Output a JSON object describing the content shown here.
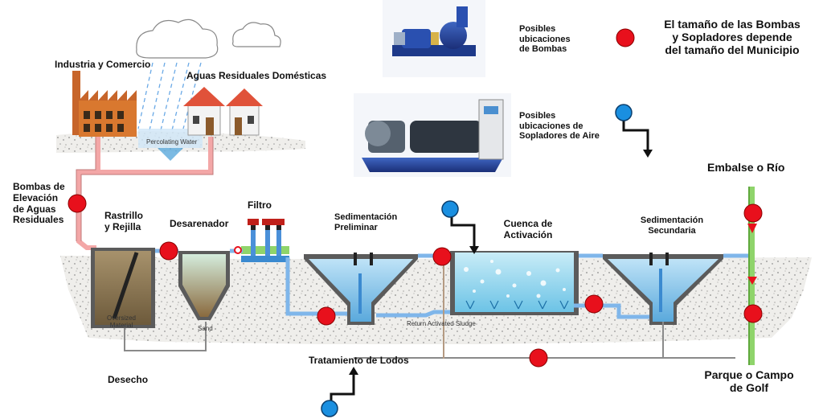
{
  "labels": {
    "industry": "Industria y Comercio",
    "domestic": "Aguas Residuales Domésticas",
    "lift_pumps": [
      "Bombas de",
      "Elevación",
      "de Aguas",
      "Residuales"
    ],
    "screen": [
      "Rastrillo",
      "y Rejilla"
    ],
    "grit": "Desarenador",
    "filter": "Filtro",
    "primary": [
      "Sedimentación",
      "Preliminar"
    ],
    "aeration": [
      "Cuenca de",
      "Activación"
    ],
    "secondary": [
      "Sedimentación",
      "Secundaria"
    ],
    "reservoir": "Embalse o Río",
    "park": [
      "Parque o Campo",
      "de Golf"
    ],
    "sludge": "Tratamiento de Lodos",
    "waste": "Desecho",
    "percolating": "Percolating Water",
    "oversized": [
      "Oversized",
      "Material"
    ],
    "sand": "Sand",
    "ras": "Return Activated Sludge"
  },
  "legend": {
    "pumps": [
      "Posibles",
      "ubicaciones",
      "de Bombas"
    ],
    "blowers": [
      "Posibles",
      "ubicaciones de",
      "Sopladores de Aire"
    ],
    "note": [
      "El tamaño de las Bombas",
      "y Sopladores depende",
      "del tamaño del Municipio"
    ]
  },
  "colors": {
    "pump_marker": "#e8101c",
    "blower_marker": "#1a8fe0",
    "raw_pipe": "#f3a7a7",
    "treated_pipe": "#7fb6ea",
    "effluent_pipe": "#8fd46b",
    "ground": "#ecebe8"
  },
  "icons": [
    "pump-marker-icon",
    "blower-marker-icon",
    "cloud-icon",
    "factory-icon",
    "house-icon"
  ]
}
